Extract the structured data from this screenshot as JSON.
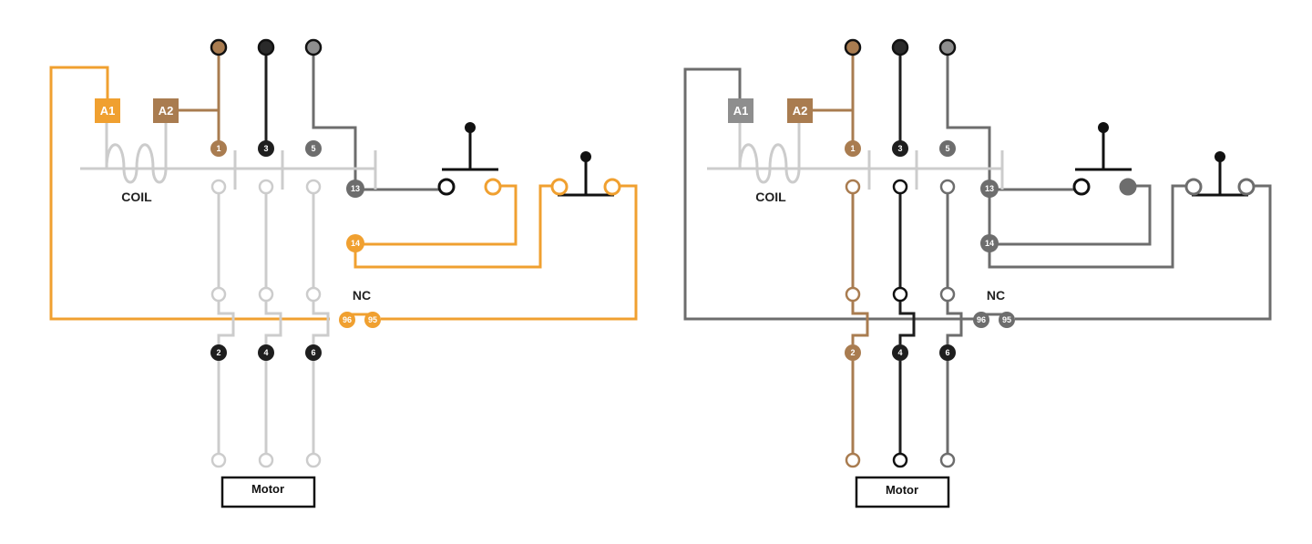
{
  "diagrams": [
    {
      "coil_label": "COIL",
      "nc_label": "NC",
      "motor_label": "Motor",
      "terminal_a1": "A1",
      "terminal_a2": "A2",
      "line_terminals": [
        "1",
        "3",
        "5"
      ],
      "load_terminals": [
        "2",
        "4",
        "6"
      ],
      "aux_terminals": [
        "13",
        "14"
      ],
      "overload_terminals": [
        "96",
        "95"
      ],
      "colors": {
        "control": "#f0a030",
        "phase1": "#a97c50",
        "phase2": "#1e1e1e",
        "phase3": "#6d6d6d",
        "inactive": "#cccccc"
      }
    },
    {
      "coil_label": "COIL",
      "nc_label": "NC",
      "motor_label": "Motor",
      "terminal_a1": "A1",
      "terminal_a2": "A2",
      "line_terminals": [
        "1",
        "3",
        "5"
      ],
      "load_terminals": [
        "2",
        "4",
        "6"
      ],
      "aux_terminals": [
        "13",
        "14"
      ],
      "overload_terminals": [
        "96",
        "95"
      ],
      "colors": {
        "control": "#6d6d6d",
        "phase1": "#a97c50",
        "phase2": "#1e1e1e",
        "phase3": "#6d6d6d",
        "inactive": "#cccccc"
      }
    }
  ]
}
